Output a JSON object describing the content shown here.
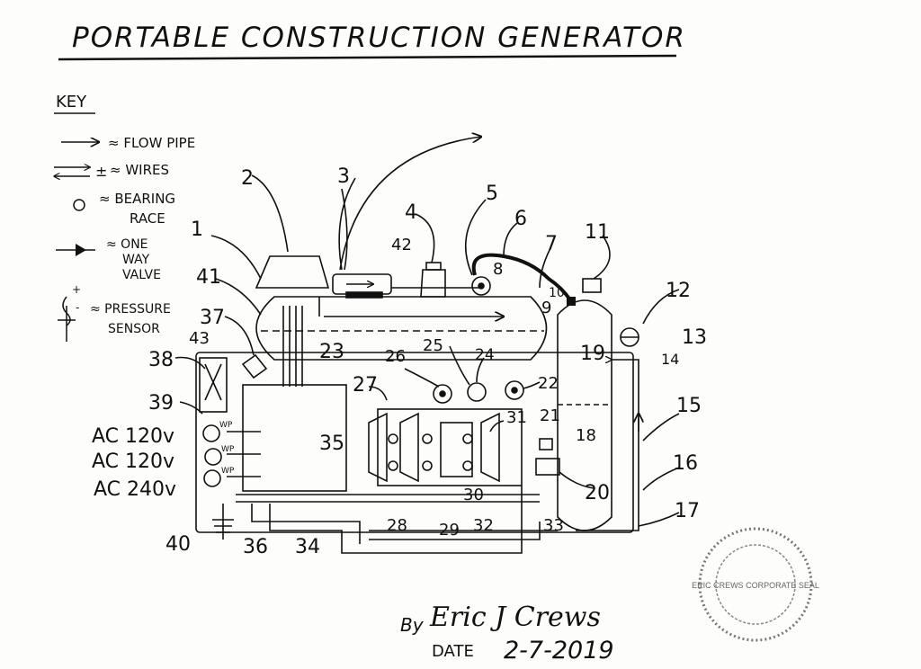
{
  "title": "PORTABLE CONSTRUCTION GENERATOR",
  "key": {
    "heading": "KEY",
    "items": [
      {
        "symbol": "flow-pipe",
        "label": "≈ FLOW PIPE"
      },
      {
        "symbol": "wires",
        "label": "≈ WIRES"
      },
      {
        "symbol": "bearing-race",
        "label": "≈ BEARING RACE"
      },
      {
        "symbol": "one-way-valve",
        "label": "≈ ONE WAY VALVE"
      },
      {
        "symbol": "pressure-sensor",
        "label": "≈ PRESSURE SENSOR"
      }
    ],
    "wires_sign": "±"
  },
  "outlets": [
    {
      "label": "AC 120v",
      "badge": "WP"
    },
    {
      "label": "AC 120v",
      "badge": "WP"
    },
    {
      "label": "AC 240v",
      "badge": "WP"
    }
  ],
  "part_numbers": [
    "1",
    "2",
    "3",
    "4",
    "5",
    "6",
    "7",
    "8",
    "9",
    "10",
    "11",
    "12",
    "13",
    "14",
    "15",
    "16",
    "17",
    "18",
    "19",
    "20",
    "21",
    "22",
    "23",
    "24",
    "25",
    "26",
    "27",
    "28",
    "29",
    "30",
    "31",
    "32",
    "33",
    "34",
    "35",
    "36",
    "37",
    "38",
    "39",
    "40",
    "41",
    "42",
    "43"
  ],
  "signature": {
    "by_label": "By",
    "name": "Eric J Crews",
    "date_label": "DATE",
    "date": "2-7-2019"
  },
  "seal": {
    "text": "ERIC CREWS CORPORATE SEAL"
  }
}
